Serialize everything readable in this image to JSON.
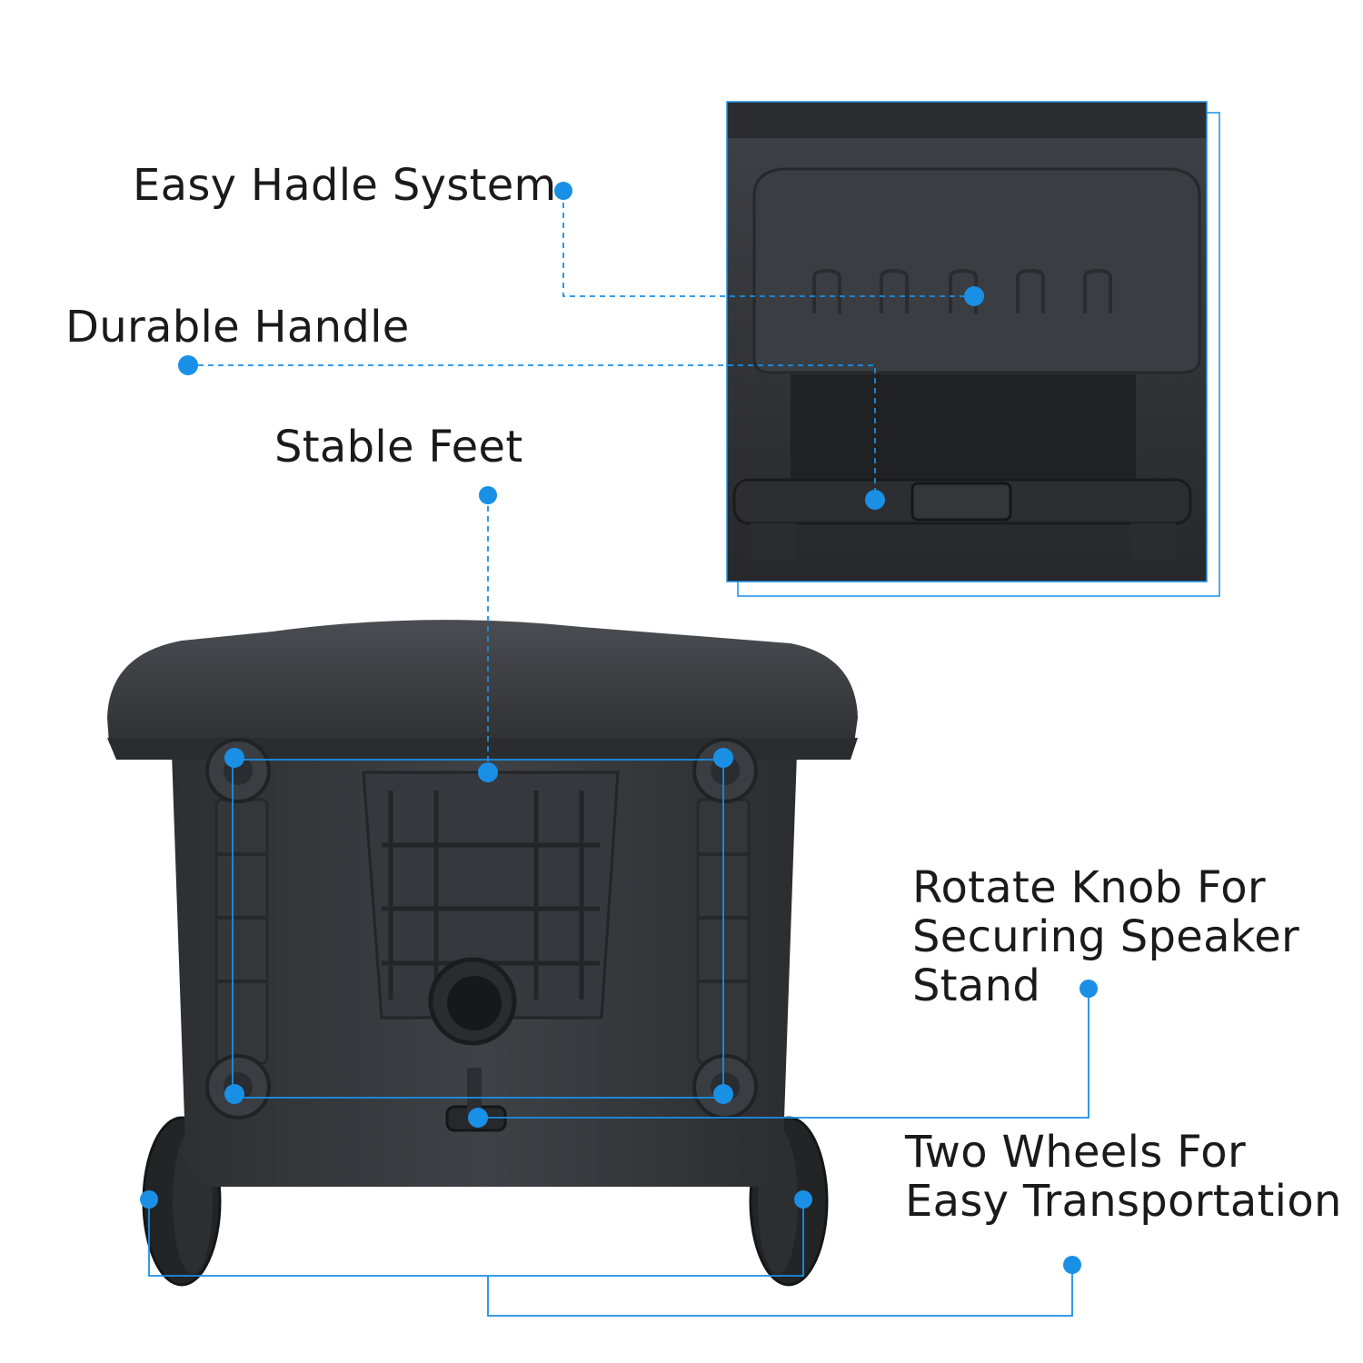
{
  "callouts": {
    "handle_system": "Easy Hadle System",
    "durable_handle": "Durable Handle",
    "stable_feet": "Stable Feet",
    "rotate_knob": [
      "Rotate Knob For",
      "Securing Speaker",
      "Stand"
    ],
    "two_wheels": [
      "Two Wheels For",
      "Easy Transportation"
    ]
  },
  "colors": {
    "accent": "#1a8fe6",
    "plastic_dark": "#2e3033",
    "plastic_mid": "#3d4044",
    "text": "#1a1a1a"
  }
}
